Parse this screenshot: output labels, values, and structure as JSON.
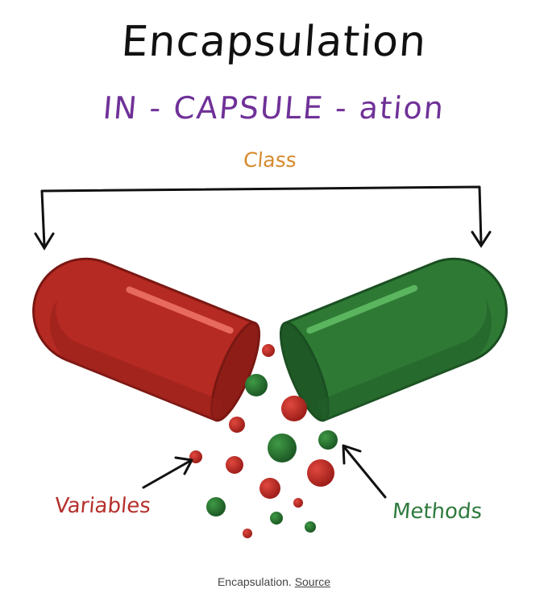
{
  "figure": {
    "title": "Encapsulation",
    "subtitle": "IN - CAPSULE - ation",
    "class_label": "Class",
    "variables_label": "Variables",
    "methods_label": "Methods",
    "colors": {
      "title": "#111111",
      "subtitle": "#6f3198",
      "class_label": "#d68a2d",
      "variables": "#b5302b",
      "methods": "#2f7a3d",
      "red_capsule": "#b52a22",
      "green_capsule": "#2e7a34"
    }
  },
  "caption": {
    "text": "Encapsulation.",
    "link": "Source"
  }
}
